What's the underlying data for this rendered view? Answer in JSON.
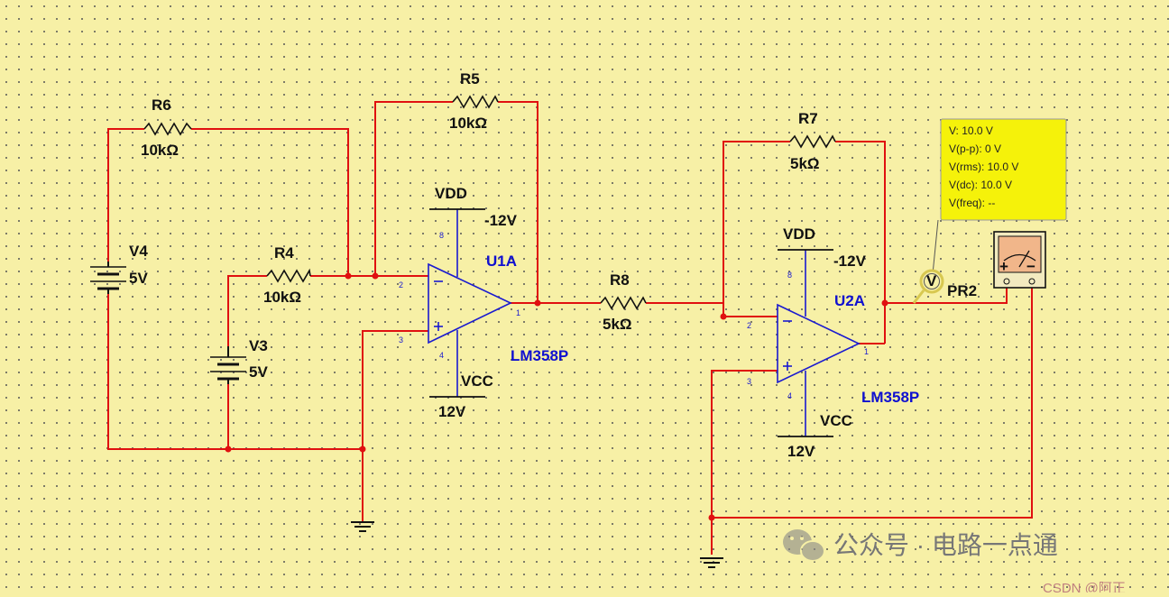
{
  "components": {
    "r6": {
      "name": "R6",
      "value": "10kΩ"
    },
    "r5": {
      "name": "R5",
      "value": "10kΩ"
    },
    "r4": {
      "name": "R4",
      "value": "10kΩ"
    },
    "r7": {
      "name": "R7",
      "value": "5kΩ"
    },
    "r8": {
      "name": "R8",
      "value": "5kΩ"
    },
    "v4": {
      "name": "V4",
      "value": "5V"
    },
    "v3": {
      "name": "V3",
      "value": "5V"
    },
    "u1": {
      "name": "U1A",
      "part": "LM358P",
      "vdd": "VDD",
      "vdd_value": "-12V",
      "vcc": "VCC",
      "vcc_value": "12V",
      "pin_minus": "2",
      "pin_plus": "3",
      "pin_out": "1",
      "pin_top": "8",
      "pin_bottom": "4"
    },
    "u2": {
      "name": "U2A",
      "part": "LM358P",
      "vdd": "VDD",
      "vdd_value": "-12V",
      "vcc": "VCC",
      "vcc_value": "12V",
      "pin_minus": "2",
      "pin_plus": "3",
      "pin_out": "1",
      "pin_top": "8",
      "pin_bottom": "4"
    }
  },
  "probe": {
    "name": "PR2",
    "symbol": "V",
    "readings": [
      "V: 10.0 V",
      "V(p-p): 0 V",
      "V(rms): 10.0 V",
      "V(dc): 10.0 V",
      "V(freq): --"
    ]
  },
  "voltmeter": {
    "plus": "+",
    "minus": "−"
  },
  "watermark": {
    "text": "公众号 · 电路一点通",
    "credit": "CSDN @阿正"
  },
  "colors": {
    "wire": "#e01010",
    "background": "#f7f0a6",
    "opamp": "#1a1ad0",
    "tooltip": "#f5f20a"
  }
}
